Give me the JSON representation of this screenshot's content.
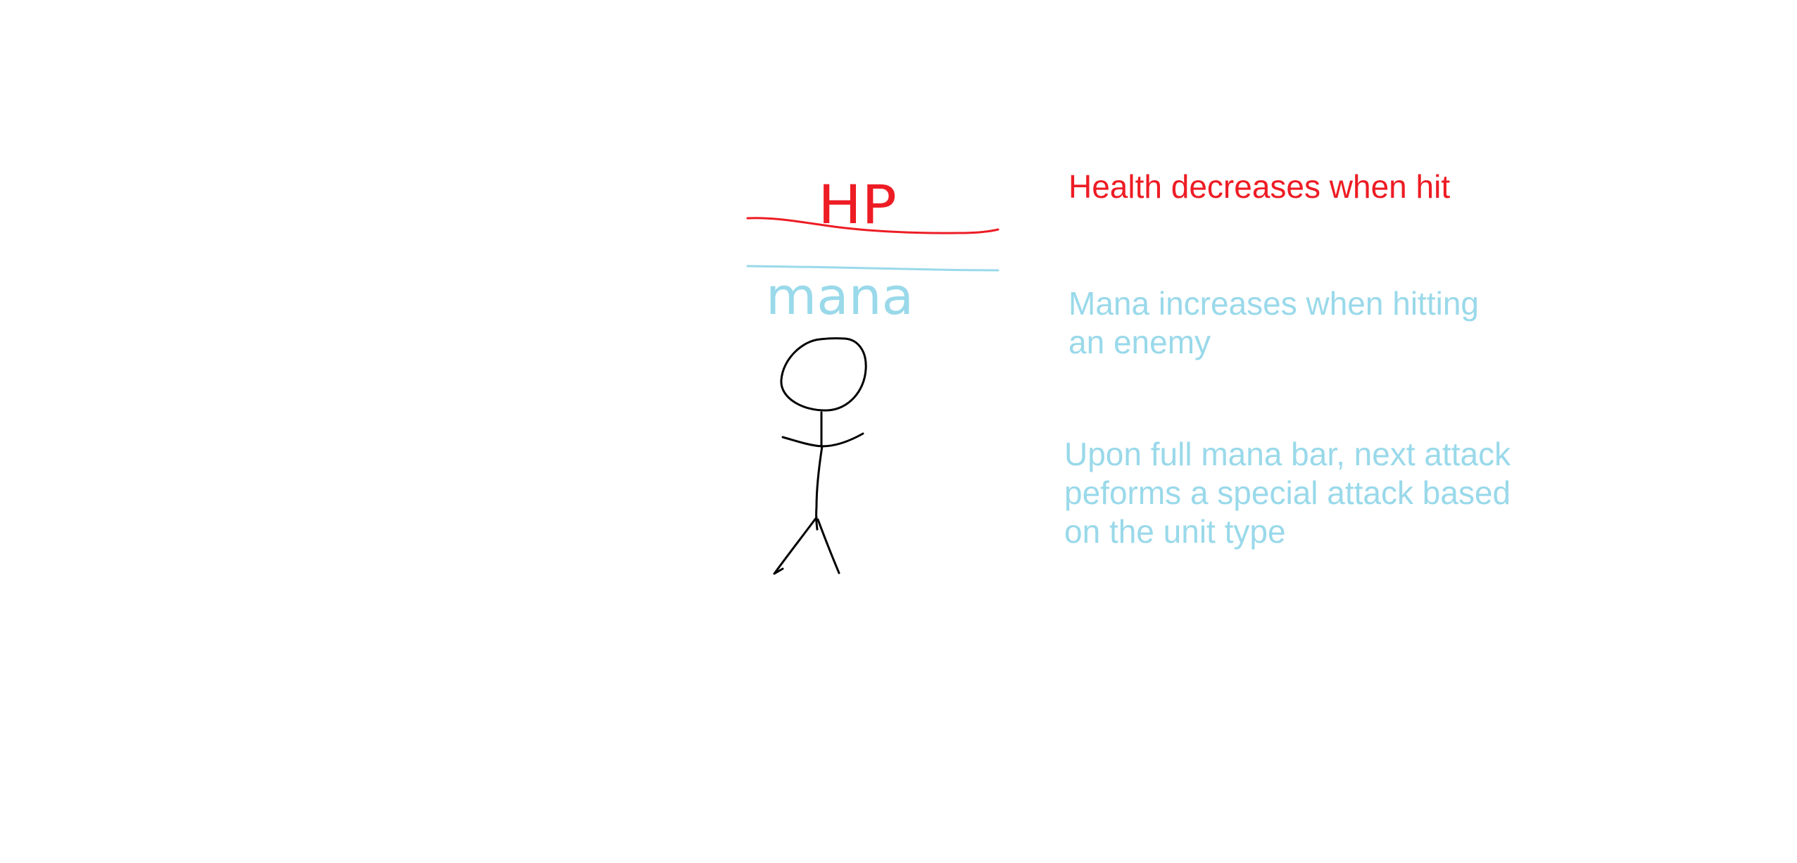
{
  "labels": {
    "hp": "HP",
    "mana": "mana"
  },
  "notes": {
    "health": [
      "Health decreases when hit"
    ],
    "mana": [
      "Mana increases when hitting",
      "an enemy"
    ],
    "special": [
      "Upon full mana bar, next attack",
      "peforms a special attack based",
      "on the unit type"
    ]
  },
  "colors": {
    "health": "#ed1c24",
    "mana": "#99d9ea",
    "figure": "#000000",
    "background": "#ffffff"
  }
}
